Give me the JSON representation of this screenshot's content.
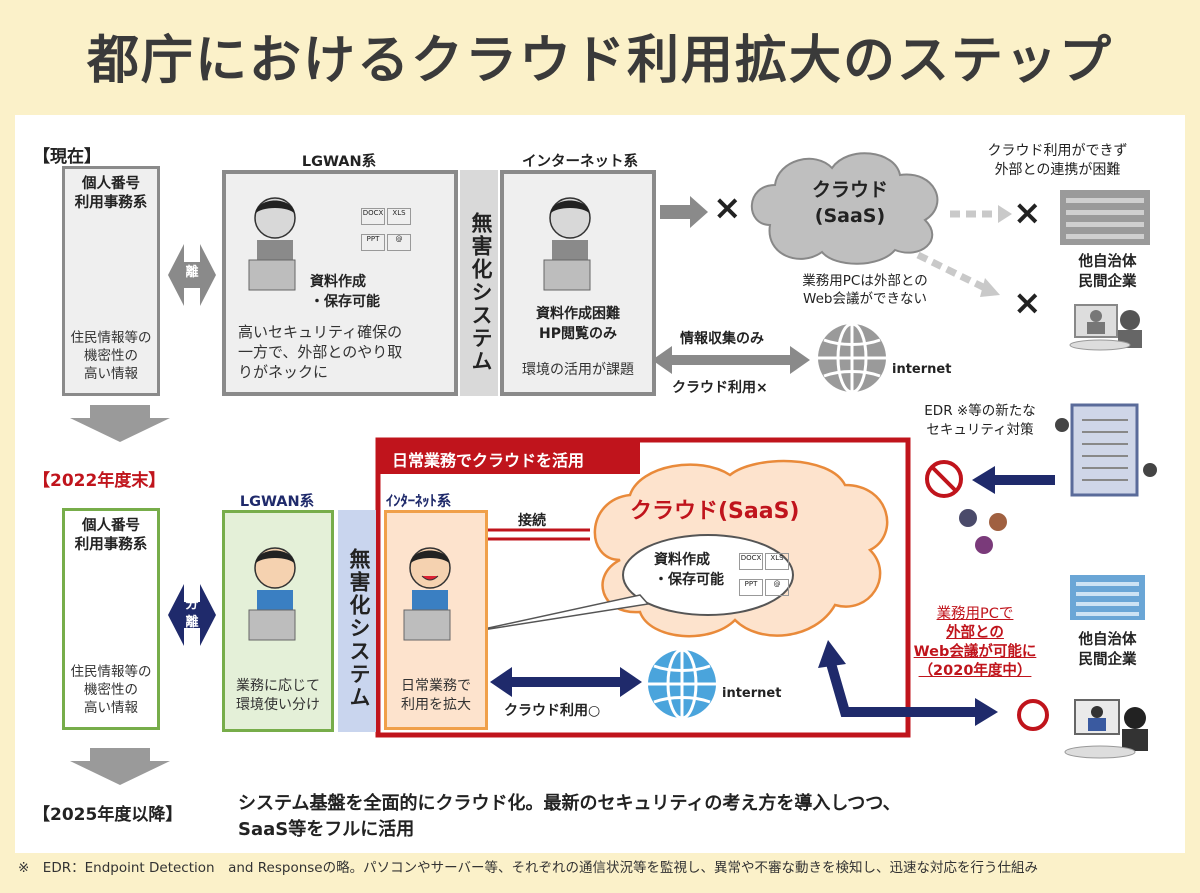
{
  "title": "都庁におけるクラウド利用拡大のステップ",
  "current": {
    "heading": "【現在】",
    "mynumber": {
      "title": "個人番号\n利用事務系",
      "desc": "住民情報等の\n機密性の\n高い情報"
    },
    "separation": "分離",
    "lgwan": {
      "label": "LGWAN系",
      "bubble": "資料作成\n・保存可能",
      "desc": "高いセキュリティ確保の\n一方で、外部とのやり取\nりがネックに",
      "docs": [
        "DOCX",
        "XLS",
        "PPT",
        "@"
      ]
    },
    "harmless": "無害化システム",
    "internet_sys": {
      "label": "インターネット系",
      "desc_bold": "資料作成困難\nHP閲覧のみ",
      "desc": "環境の活用が課題"
    },
    "cloud": {
      "line1": "クラウド",
      "line2": "(SaaS)"
    },
    "cloud_note": "クラウド利用ができず\n外部との連携が困難",
    "webconf_note": "業務用PCは外部との\nWeb会議ができない",
    "other_org": "他自治体\n民間企業",
    "info_only": "情報収集のみ",
    "cloud_use_ng": "クラウド利用×",
    "internet": "internet",
    "cross": "×"
  },
  "y2022": {
    "heading": "【2022年度末】",
    "frame_title": "日常業務でクラウドを活用",
    "mynumber": {
      "title": "個人番号\n利用事務系",
      "desc": "住民情報等の\n機密性の\n高い情報"
    },
    "separation": "分離",
    "lgwan": {
      "label": "LGWAN系",
      "desc": "業務に応じて\n環境使い分け"
    },
    "harmless": "無害化システム",
    "internet_sys": {
      "label": "ｲﾝﾀｰﾈｯﾄ系",
      "desc": "日常業務で\n利用を拡大"
    },
    "connect": "接続",
    "cloud": "クラウド(SaaS)",
    "bubble": "資料作成\n・保存可能",
    "docs": [
      "DOCX",
      "XLS",
      "PPT",
      "@"
    ],
    "cloud_use_ok": "クラウド利用○",
    "internet": "internet",
    "edr": "EDR ※等の新たな\nセキュリティ対策",
    "webconf": {
      "line1": "業務用PCで",
      "line2": "外部との",
      "line3": "Web会議が可能に",
      "line4": "（2020年度中）"
    },
    "other_org": "他自治体\n民間企業"
  },
  "y2025": {
    "heading": "【2025年度以降】",
    "text": "システム基盤を全面的にクラウド化。最新のセキュリティの考え方を導入しつつ、\nSaaS等をフルに活用"
  },
  "footnote": "※　EDR：Endpoint Detection　and Responseの略。パソコンやサーバー等、それぞれの通信状況等を監視し、異常や不審な動きを検知し、迅速な対応を行う仕組み",
  "colors": {
    "background": "#fbf1c9",
    "red": "#c0141c",
    "navy": "#1f2a6b",
    "green": "#77ad4a",
    "gray": "#8a8a8a",
    "cloud_orange": "#fde3cd",
    "cloud_gray": "#bfbfbf"
  }
}
